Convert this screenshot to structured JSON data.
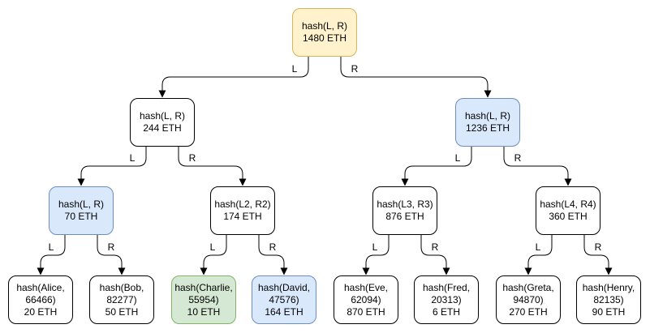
{
  "palette": {
    "yellow_fill": "#FFF2CC",
    "yellow_stroke": "#D6B656",
    "blue_fill": "#DAE8FC",
    "blue_stroke": "#6C8EBF",
    "green_fill": "#D5E8D4",
    "green_stroke": "#82B366",
    "white_fill": "#FFFFFF",
    "white_stroke": "#000000",
    "edge_stroke": "#000000"
  },
  "nodes": [
    {
      "id": "root",
      "hash": "hash(L, R)",
      "amount": "1480 ETH",
      "color": "yellow"
    },
    {
      "id": "n2-left",
      "hash": "hash(L, R)",
      "amount": "244 ETH",
      "color": "white"
    },
    {
      "id": "n2-right",
      "hash": "hash(L, R)",
      "amount": "1236 ETH",
      "color": "blue"
    },
    {
      "id": "n3-a",
      "hash": "hash(L, R)",
      "amount": "70 ETH",
      "color": "blue"
    },
    {
      "id": "n3-b",
      "hash": "hash(L2, R2)",
      "amount": "174 ETH",
      "color": "white"
    },
    {
      "id": "n3-c",
      "hash": "hash(L3, R3)",
      "amount": "876 ETH",
      "color": "white"
    },
    {
      "id": "n3-d",
      "hash": "hash(L4, R4)",
      "amount": "360 ETH",
      "color": "white"
    },
    {
      "id": "leaf-alice",
      "hash": "hash(Alice, 66466)",
      "amount": "20 ETH",
      "color": "white"
    },
    {
      "id": "leaf-bob",
      "hash": "hash(Bob, 82277)",
      "amount": "50 ETH",
      "color": "white"
    },
    {
      "id": "leaf-charlie",
      "hash": "hash(Charlie, 55954)",
      "amount": "10 ETH",
      "color": "green"
    },
    {
      "id": "leaf-david",
      "hash": "hash(David, 47576)",
      "amount": "164 ETH",
      "color": "blue"
    },
    {
      "id": "leaf-eve",
      "hash": "hash(Eve, 62094)",
      "amount": "870 ETH",
      "color": "white"
    },
    {
      "id": "leaf-fred",
      "hash": "hash(Fred, 20313)",
      "amount": "6 ETH",
      "color": "white"
    },
    {
      "id": "leaf-greta",
      "hash": "hash(Greta, 94870)",
      "amount": "270 ETH",
      "color": "white"
    },
    {
      "id": "leaf-henry",
      "hash": "hash(Henry, 82135)",
      "amount": "90 ETH",
      "color": "white"
    }
  ],
  "edges": [
    {
      "from": "root",
      "to": "n2-left",
      "label": "L"
    },
    {
      "from": "root",
      "to": "n2-right",
      "label": "R"
    },
    {
      "from": "n2-left",
      "to": "n3-a",
      "label": "L"
    },
    {
      "from": "n2-left",
      "to": "n3-b",
      "label": "R"
    },
    {
      "from": "n2-right",
      "to": "n3-c",
      "label": "L"
    },
    {
      "from": "n2-right",
      "to": "n3-d",
      "label": "R"
    },
    {
      "from": "n3-a",
      "to": "leaf-alice",
      "label": "L"
    },
    {
      "from": "n3-a",
      "to": "leaf-bob",
      "label": "R"
    },
    {
      "from": "n3-b",
      "to": "leaf-charlie",
      "label": "L"
    },
    {
      "from": "n3-b",
      "to": "leaf-david",
      "label": "R"
    },
    {
      "from": "n3-c",
      "to": "leaf-eve",
      "label": "L"
    },
    {
      "from": "n3-c",
      "to": "leaf-fred",
      "label": "R"
    },
    {
      "from": "n3-d",
      "to": "leaf-greta",
      "label": "L"
    },
    {
      "from": "n3-d",
      "to": "leaf-henry",
      "label": "R"
    }
  ]
}
